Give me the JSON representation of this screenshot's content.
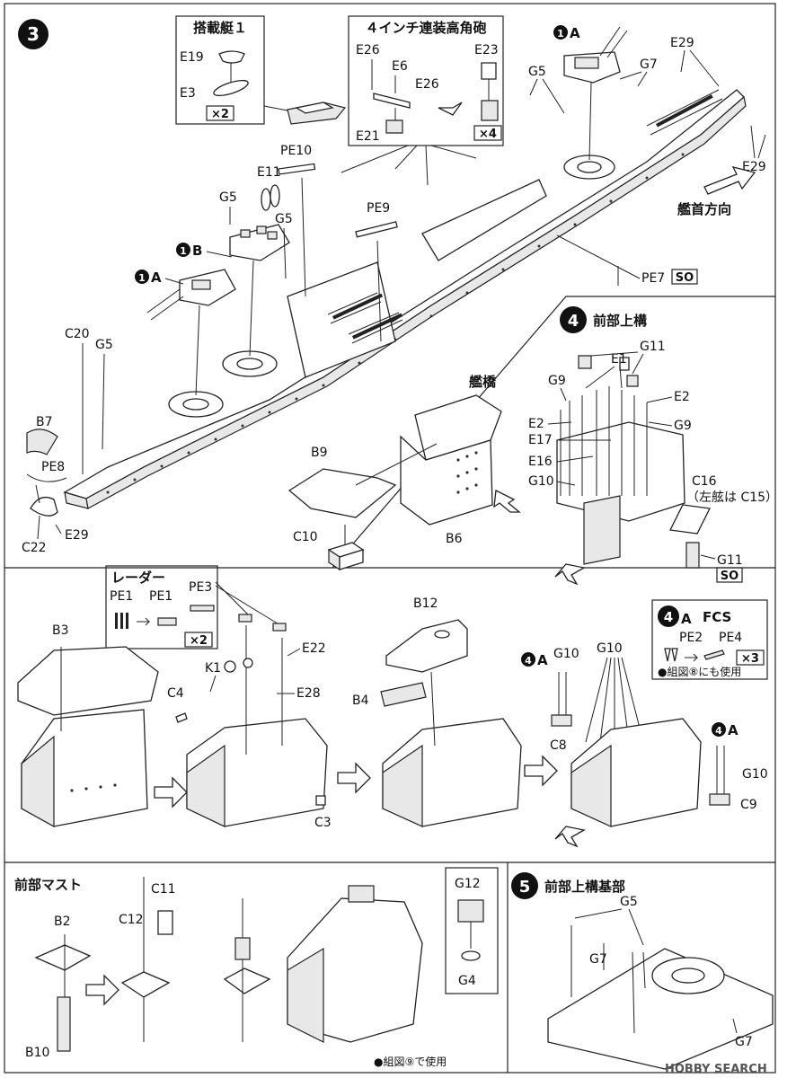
{
  "step3": {
    "number": "3",
    "boat_box": {
      "title": "搭載艇１",
      "parts": [
        "E19",
        "E3"
      ],
      "qty": "×2"
    },
    "gun_box": {
      "title": "４インチ連装高角砲",
      "parts": [
        "E26",
        "E6",
        "E26",
        "E23",
        "E21"
      ],
      "qty": "×4"
    },
    "refs": {
      "r1a_top": "A",
      "r1b": "B",
      "r1a_left": "A"
    },
    "labels": {
      "g5_top": "G5",
      "g7": "G7",
      "e29_top": "E29",
      "e29_right": "E29",
      "pe10": "PE10",
      "e11": "E11",
      "g5_mid": "G5",
      "g5_mid2": "G5",
      "pe9": "PE9",
      "pe7": "PE7",
      "so": "SO",
      "bow_direction": "艦首方向",
      "c20": "C20",
      "g5_left": "G5",
      "b7": "B7",
      "pe8": "PE8",
      "c22": "C22",
      "e29_bottom": "E29"
    }
  },
  "step4": {
    "number": "4",
    "title": "前部上構",
    "bridge": "艦橋",
    "labels": {
      "b9": "B9",
      "c10": "C10",
      "b6": "B6",
      "g11_top": "G11",
      "e1": "E1",
      "g9_a": "G9",
      "e2_a": "E2",
      "e2_b": "E2",
      "e17": "E17",
      "g9_b": "G9",
      "e16": "E16",
      "g10": "G10",
      "c16": "C16",
      "c16_note": "（左舷は C15）",
      "g11_bottom": "G11",
      "so": "SO"
    }
  },
  "radar": {
    "title": "レーダー",
    "parts": [
      "PE1",
      "PE1",
      "PE3"
    ],
    "qty": "×2"
  },
  "step4a": {
    "number": "4",
    "letter": "A",
    "title": "FCS",
    "parts": [
      "PE2",
      "PE4"
    ],
    "qty": "×3",
    "note": "●組図⑧にも使用"
  },
  "row3": {
    "b3": "B3",
    "e22": "E22",
    "k1": "K1",
    "e28": "E28",
    "c4": "C4",
    "c3": "C3",
    "b12": "B12",
    "b4": "B4",
    "ref4a_a": "A",
    "g10_a": "G10",
    "g10_b": "G10",
    "c8": "C8",
    "ref4a_b": "A",
    "g10_c": "G10",
    "c9": "C9"
  },
  "mast": {
    "title": "前部マスト",
    "labels": {
      "b2": "B2",
      "c12": "C12",
      "c11": "C11",
      "b10": "B10",
      "g12": "G12",
      "g4": "G4"
    },
    "note": "●組図⑨で使用"
  },
  "step5": {
    "number": "5",
    "title": "前部上構基部",
    "labels": {
      "g5": "G5",
      "g7_a": "G7",
      "g7_b": "G7"
    }
  },
  "watermark": "HOBBY SEARCH"
}
